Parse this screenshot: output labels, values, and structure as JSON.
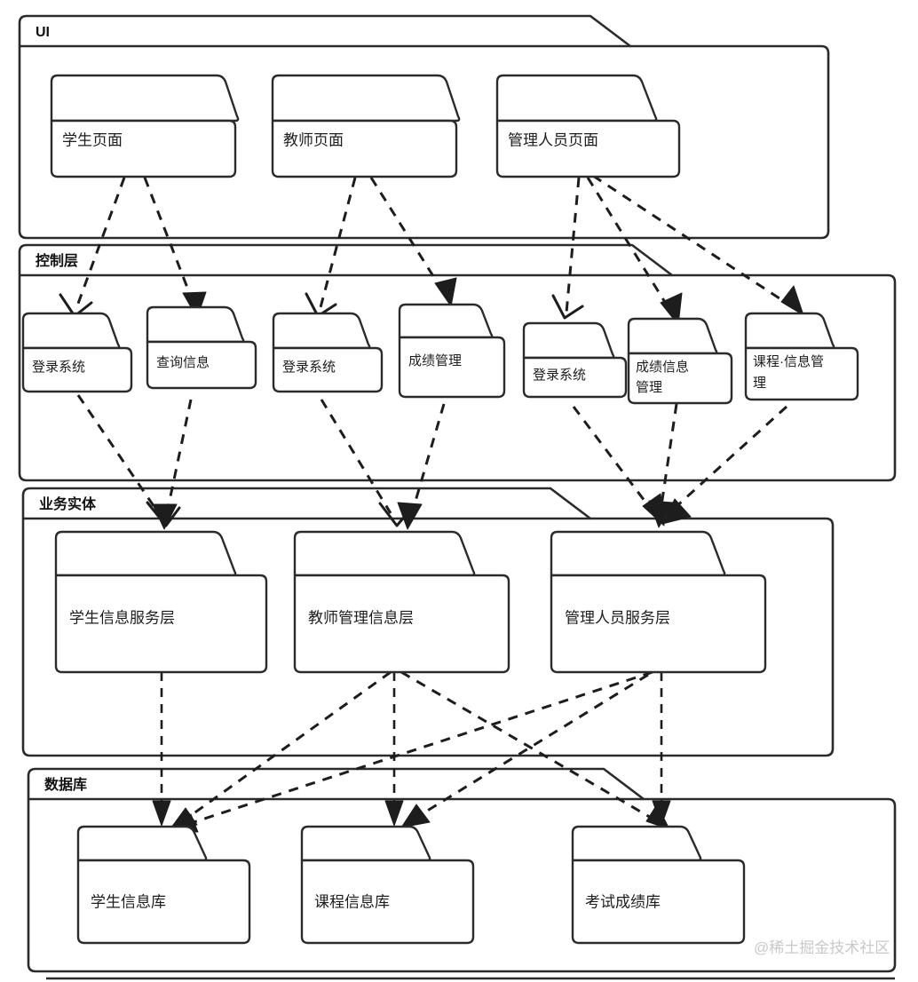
{
  "diagram": {
    "title": "UI",
    "type": "uml-package-diagram",
    "watermark": "@稀土掘金技术社区",
    "accent_color": "#2b2b2b",
    "background_color": "#ffffff"
  },
  "layers": [
    {
      "id": "ui",
      "label": "UI",
      "packages": [
        {
          "id": "student-page",
          "label": "学生页面"
        },
        {
          "id": "teacher-page",
          "label": "教师页面"
        },
        {
          "id": "admin-page",
          "label": "管理人员页面"
        }
      ]
    },
    {
      "id": "control",
      "label": "控制层",
      "packages": [
        {
          "id": "login-1",
          "label": "登录系统"
        },
        {
          "id": "query-info",
          "label": "查询信息"
        },
        {
          "id": "login-2",
          "label": "登录系统"
        },
        {
          "id": "grade-mgmt",
          "label": "成绩管理"
        },
        {
          "id": "login-3",
          "label": "登录系统"
        },
        {
          "id": "grade-info-mgmt",
          "label": "成绩信息管理",
          "line1": "成绩信息",
          "line2": "管理"
        },
        {
          "id": "course-info-mgmt",
          "label": "课程·信息管理",
          "line1": "课程·信息管",
          "line2": "理"
        }
      ]
    },
    {
      "id": "business",
      "label": "业务实体",
      "packages": [
        {
          "id": "student-service",
          "label": "学生信息服务层"
        },
        {
          "id": "teacher-service",
          "label": "教师管理信息层"
        },
        {
          "id": "admin-service",
          "label": "管理人员服务层"
        }
      ]
    },
    {
      "id": "database",
      "label": "数据库",
      "packages": [
        {
          "id": "student-db",
          "label": "学生信息库"
        },
        {
          "id": "course-db",
          "label": "课程信息库"
        },
        {
          "id": "exam-db",
          "label": "考试成绩库"
        }
      ]
    }
  ],
  "dependencies": [
    {
      "from": "student-page",
      "to": "login-1",
      "arrow": "open"
    },
    {
      "from": "student-page",
      "to": "query-info",
      "arrow": "solid"
    },
    {
      "from": "teacher-page",
      "to": "login-2",
      "arrow": "open"
    },
    {
      "from": "teacher-page",
      "to": "grade-mgmt",
      "arrow": "solid"
    },
    {
      "from": "admin-page",
      "to": "login-3",
      "arrow": "open"
    },
    {
      "from": "admin-page",
      "to": "grade-info-mgmt",
      "arrow": "solid"
    },
    {
      "from": "admin-page",
      "to": "course-info-mgmt",
      "arrow": "solid"
    },
    {
      "from": "login-1",
      "to": "student-service",
      "arrow": "open"
    },
    {
      "from": "query-info",
      "to": "student-service",
      "arrow": "solid"
    },
    {
      "from": "login-2",
      "to": "teacher-service",
      "arrow": "open"
    },
    {
      "from": "grade-mgmt",
      "to": "teacher-service",
      "arrow": "solid"
    },
    {
      "from": "login-3",
      "to": "admin-service",
      "arrow": "solid"
    },
    {
      "from": "grade-info-mgmt",
      "to": "admin-service",
      "arrow": "solid"
    },
    {
      "from": "course-info-mgmt",
      "to": "admin-service",
      "arrow": "solid"
    },
    {
      "from": "student-service",
      "to": "student-db",
      "arrow": "solid"
    },
    {
      "from": "teacher-service",
      "to": "course-db",
      "arrow": "solid"
    },
    {
      "from": "teacher-service",
      "to": "student-db",
      "arrow": "solid"
    },
    {
      "from": "teacher-service",
      "to": "exam-db",
      "arrow": "solid"
    },
    {
      "from": "admin-service",
      "to": "exam-db",
      "arrow": "solid"
    },
    {
      "from": "admin-service",
      "to": "student-db",
      "arrow": "solid"
    },
    {
      "from": "admin-service",
      "to": "course-db",
      "arrow": "solid"
    }
  ]
}
